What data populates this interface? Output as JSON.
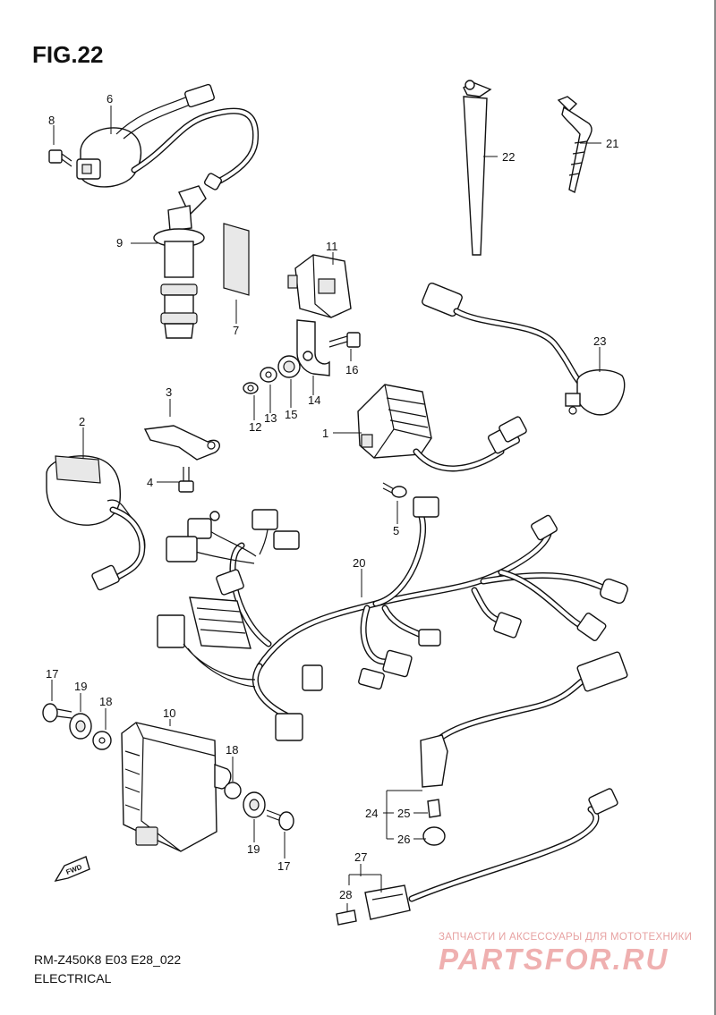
{
  "figure": {
    "title": "FIG.22",
    "model_code": "RM-Z450K8 E03 E28_022",
    "section": "ELECTRICAL"
  },
  "watermark": {
    "line1": "ЗАПЧАСТИ И АКСЕССУАРЫ ДЛЯ МОТОТЕХНИКИ",
    "brand": "PARTSFOR.RU"
  },
  "fwd_label": "FWD",
  "callouts": [
    "1",
    "2",
    "3",
    "4",
    "5",
    "6",
    "7",
    "8",
    "9",
    "10",
    "11",
    "12",
    "13",
    "14",
    "15",
    "16",
    "17",
    "18",
    "19",
    "20",
    "21",
    "22",
    "23",
    "24",
    "25",
    "26",
    "27",
    "28"
  ],
  "callout_map": {
    "c1": "1",
    "c2": "2",
    "c3": "3",
    "c4": "4",
    "c5": "5",
    "c6": "6",
    "c7": "7",
    "c8": "8",
    "c9": "9",
    "c10": "10",
    "c11": "11",
    "c12": "12",
    "c13": "13",
    "c14": "14",
    "c15": "15",
    "c16": "16",
    "c17a": "17",
    "c17b": "17",
    "c18a": "18",
    "c18b": "18",
    "c19a": "19",
    "c19b": "19",
    "c20": "20",
    "c21": "21",
    "c22": "22",
    "c23": "23",
    "c24": "24",
    "c25": "25",
    "c26": "26",
    "c27": "27",
    "c28": "28"
  }
}
